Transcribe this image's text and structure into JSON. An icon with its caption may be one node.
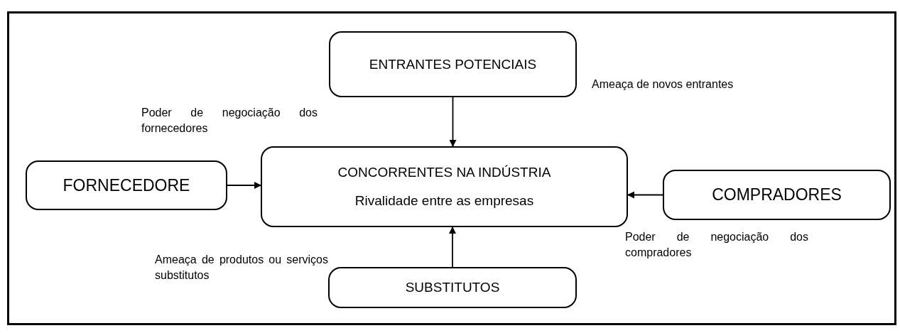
{
  "diagram": {
    "nodes": [
      {
        "text": [
          "ENTRANTES POTENCIAIS"
        ]
      },
      {
        "text": [
          "FORNECEDORE"
        ]
      },
      {
        "text": [
          "CONCORRENTES NA INDÚSTRIA",
          "Rivalidade entre as empresas"
        ]
      },
      {
        "text": [
          "COMPRADORES"
        ]
      },
      {
        "text": [
          "SUBSTITUTOS"
        ]
      }
    ],
    "edges": [
      {
        "from": 0,
        "to": 2,
        "arrow": "to"
      },
      {
        "from": 1,
        "to": 2,
        "arrow": "to"
      },
      {
        "from": 3,
        "to": 2,
        "arrow": "to"
      },
      {
        "from": 4,
        "to": 2,
        "arrow": "to"
      }
    ],
    "labels": [
      "Ameaça de novos entrantes",
      "Poder de negociação dos fornecedores",
      "Poder de negociação dos compradores",
      "Ameaça de produtos ou serviços substitutos"
    ]
  }
}
